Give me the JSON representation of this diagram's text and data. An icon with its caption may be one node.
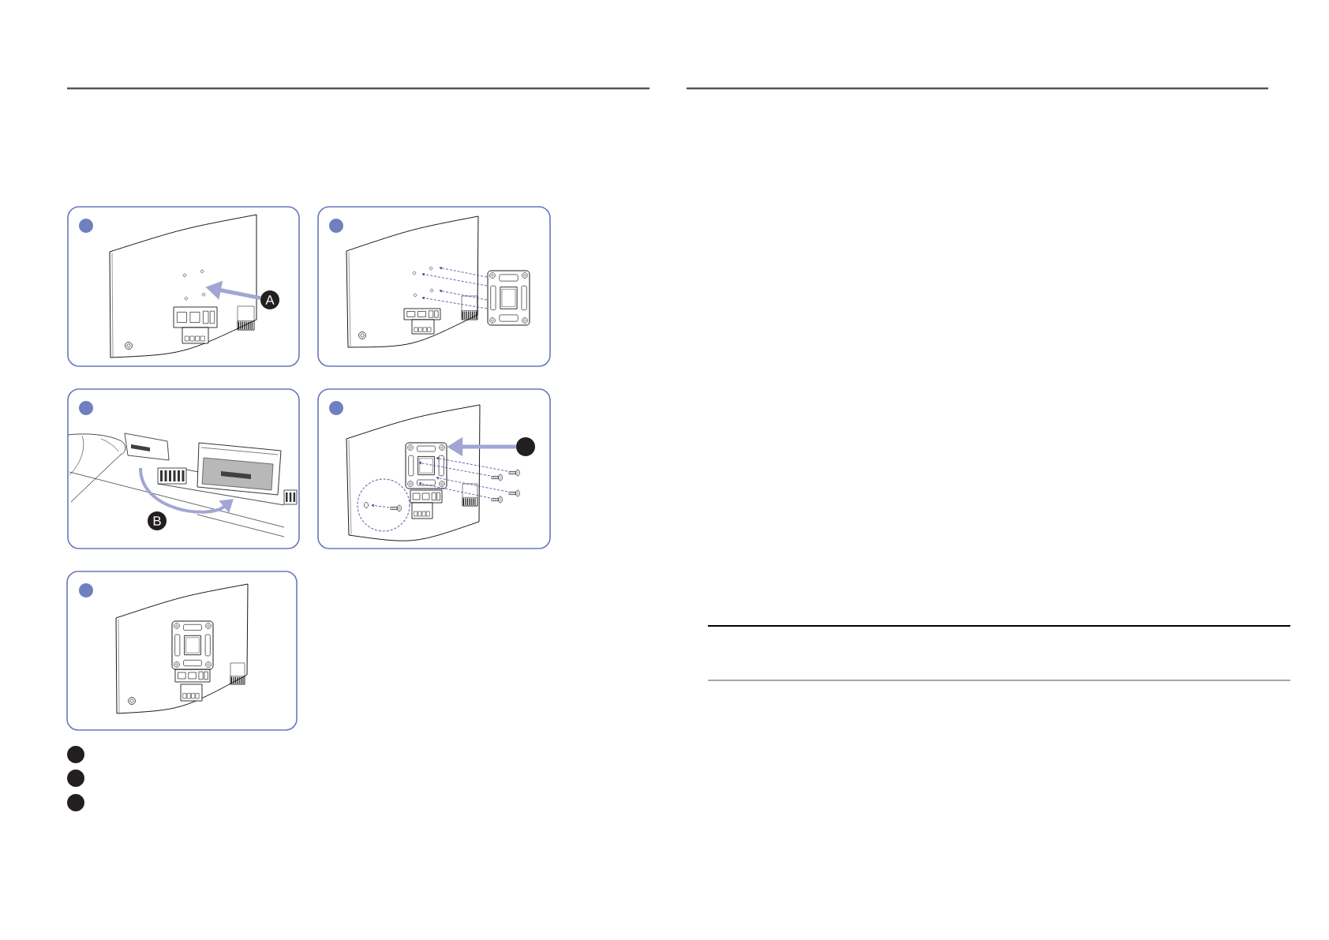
{
  "diagram": {
    "nodes": [
      {
        "text": [],
        "shape": "box"
      },
      {
        "text": [],
        "shape": "circle",
        "in": 0
      },
      {
        "text": [],
        "shape": "picture",
        "in": 0
      },
      {
        "text": [
          "A"
        ],
        "in": 0
      },
      {
        "text": [],
        "shape": "box"
      },
      {
        "text": [],
        "shape": "circle",
        "in": 4
      },
      {
        "text": [],
        "shape": "box"
      },
      {
        "text": [],
        "shape": "circle",
        "in": 6
      },
      {
        "text": [
          "B"
        ],
        "in": 6
      },
      {
        "text": [],
        "shape": "box"
      },
      {
        "text": [],
        "shape": "circle",
        "in": 9
      },
      {
        "text": [],
        "shape": "picture",
        "in": 9
      },
      {
        "text": [],
        "shape": "circle",
        "in": 9
      },
      {
        "text": [],
        "shape": "box"
      },
      {
        "text": [],
        "shape": "circle",
        "in": 13
      },
      {
        "text": [],
        "shape": "circle"
      },
      {
        "text": [],
        "shape": "circle"
      },
      {
        "text": [],
        "shape": "circle"
      }
    ],
    "edges": [
      {
        "from": 3,
        "to": 2,
        "arrow": "to"
      },
      {
        "from": 12,
        "to": 11,
        "arrow": "to"
      }
    ]
  }
}
